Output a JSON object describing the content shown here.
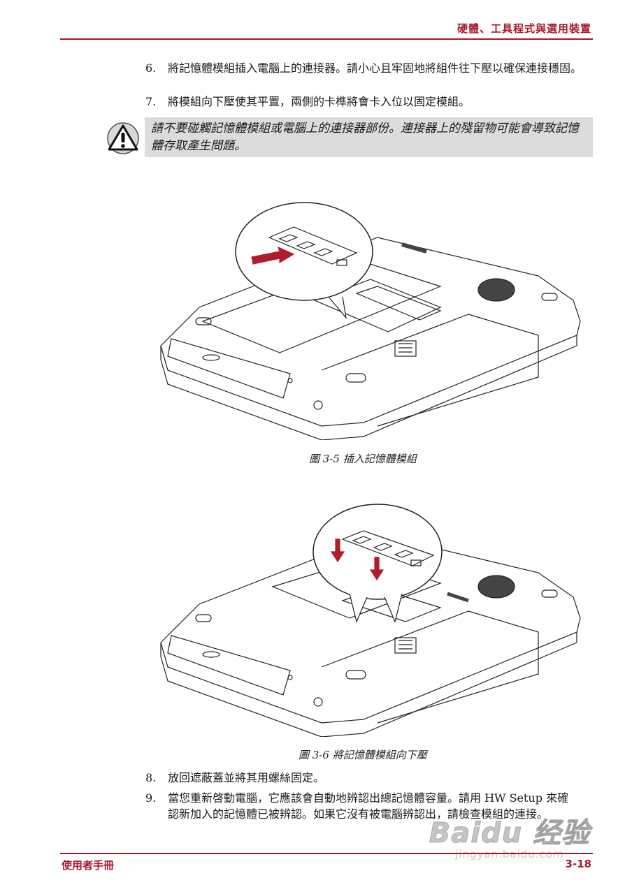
{
  "header": {
    "title": "硬體、工具程式與選用裝置"
  },
  "steps_top": [
    {
      "num": "6.",
      "text": "將記憶體模組插入電腦上的連接器。請小心且牢固地將組件往下壓以確保連接穩固。"
    },
    {
      "num": "7.",
      "text": "將模組向下壓使其平置，兩側的卡榫將會卡入位以固定模組。"
    }
  ],
  "warning": {
    "icon": "warning-triangle-icon",
    "text": "請不要碰觸記憶體模組或電腦上的連接器部份。連接器上的殘留物可能會導致記憶體存取產生問題。"
  },
  "figures": [
    {
      "caption": "圖 3-5  插入記憶體模組"
    },
    {
      "caption": "圖 3-6 將記憶體模組向下壓"
    }
  ],
  "steps_bottom": [
    {
      "num": "8.",
      "text": "放回遮蔽蓋並將其用螺絲固定。"
    },
    {
      "num": "9.",
      "text": "當您重新啓動電腦，它應該會自動地辨認出總記憶體容量。請用 HW Setup 來確認新加入的記憶體已被辨認。如果它沒有被電腦辨認出，請檢查模組的連接。"
    }
  ],
  "footer": {
    "left": "使用者手冊",
    "right": "3-18"
  },
  "watermark": {
    "main": "Baidu 经验",
    "sub": "jingyan.baidu.com"
  },
  "colors": {
    "accent": "#a8182a",
    "warning_bg": "#dcdcdc",
    "arrow": "#b01c2e"
  }
}
